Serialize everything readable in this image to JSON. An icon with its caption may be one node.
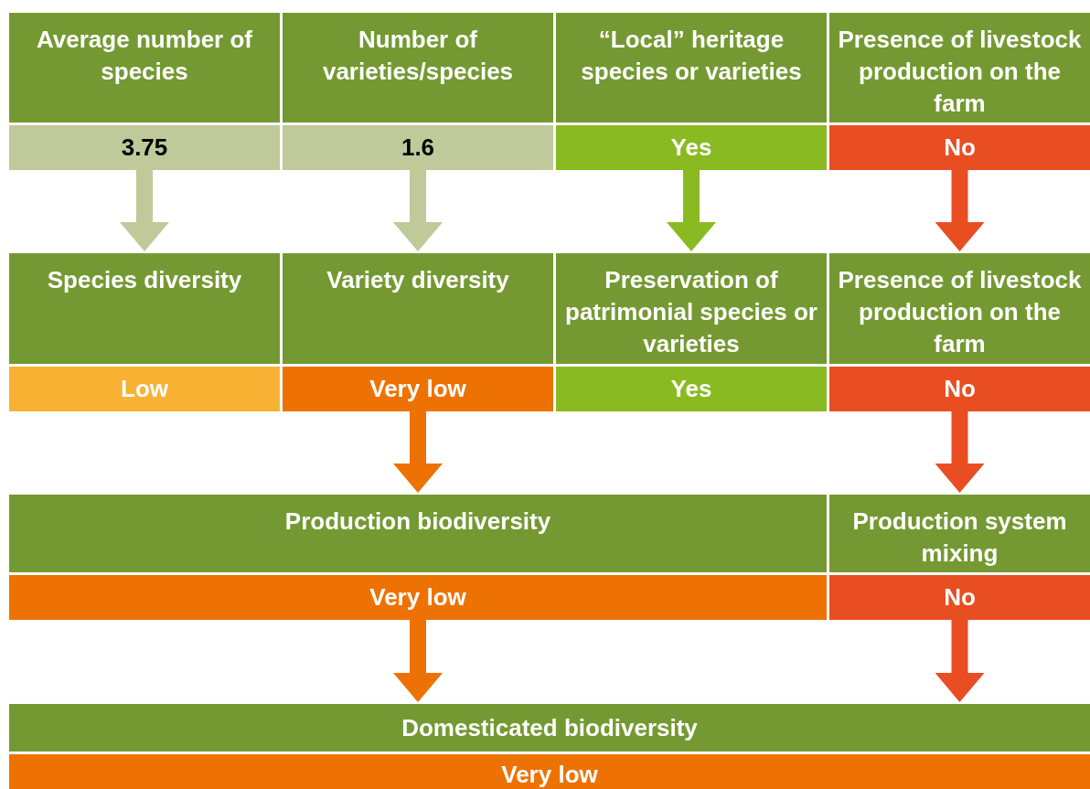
{
  "diagram": {
    "nodes": [
      {
        "text": [
          "Average number of species"
        ]
      },
      {
        "text": [
          "3.75"
        ]
      },
      {
        "text": [
          "Number of varieties/species"
        ]
      },
      {
        "text": [
          "1.6"
        ]
      },
      {
        "text": [
          "“Local” heritage species or varieties"
        ]
      },
      {
        "text": [
          "Yes"
        ]
      },
      {
        "text": [
          "Presence of livestock production on the farm"
        ]
      },
      {
        "text": [
          "No"
        ]
      },
      {
        "text": [
          "Species diversity"
        ]
      },
      {
        "text": [
          "Low"
        ]
      },
      {
        "text": [
          "Variety diversity"
        ]
      },
      {
        "text": [
          "Very low"
        ]
      },
      {
        "text": [
          "Preservation of patrimonial species or varieties"
        ]
      },
      {
        "text": [
          "Yes"
        ]
      },
      {
        "text": [
          "Presence of livestock production on the farm"
        ]
      },
      {
        "text": [
          "No"
        ]
      },
      {
        "text": [
          "Production biodiversity"
        ]
      },
      {
        "text": [
          "Very low"
        ]
      },
      {
        "text": [
          "Production system mixing"
        ]
      },
      {
        "text": [
          "No"
        ]
      },
      {
        "text": [
          "Domesticated biodiversity"
        ]
      },
      {
        "text": [
          "Very low"
        ]
      }
    ],
    "edges": [
      {
        "from": 1,
        "to": 8,
        "arrow": "to",
        "color": "#bfc99a"
      },
      {
        "from": 3,
        "to": 10,
        "arrow": "to",
        "color": "#bfc99a"
      },
      {
        "from": 5,
        "to": 12,
        "arrow": "to",
        "color": "#8aba21"
      },
      {
        "from": 7,
        "to": 14,
        "arrow": "to",
        "color": "#e84e22"
      },
      {
        "from": 11,
        "to": 16,
        "arrow": "to",
        "color": "#ee7203"
      },
      {
        "from": 15,
        "to": 18,
        "arrow": "to",
        "color": "#e84e22"
      },
      {
        "from": 17,
        "to": 20,
        "arrow": "to",
        "color": "#ee7203"
      },
      {
        "from": 19,
        "to": 20,
        "arrow": "to",
        "color": "#e84e22"
      }
    ]
  }
}
